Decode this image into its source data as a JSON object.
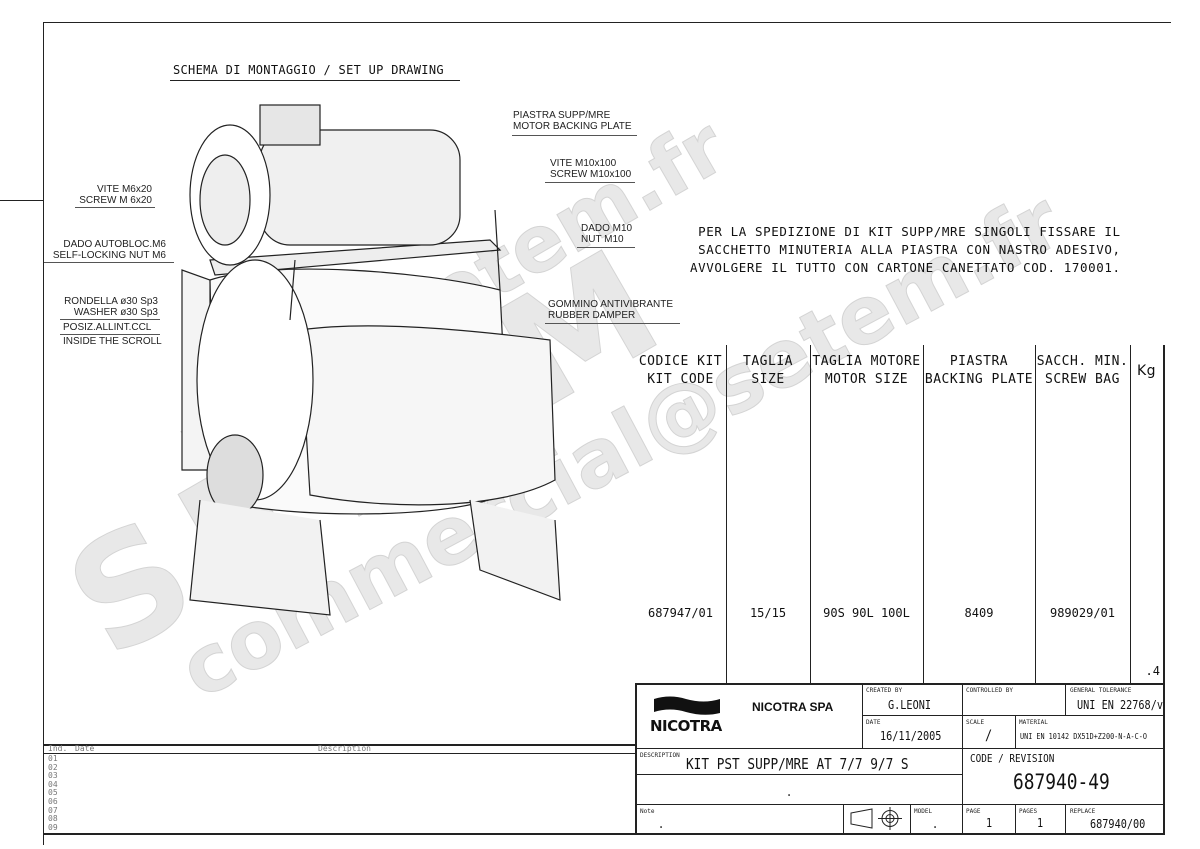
{
  "drawing": {
    "title": "SCHEMA DI MONTAGGIO / SET UP DRAWING",
    "callouts": [
      [
        "VITE M6x20",
        "SCREW M 6x20"
      ],
      [
        "DADO AUTOBLOC.M6",
        "SELF-LOCKING NUT M6"
      ],
      [
        "RONDELLA ø30 Sp3",
        "WASHER ø30 Sp3"
      ],
      [
        "POSIZ.ALLINT.CCL",
        "INSIDE THE SCROLL"
      ],
      [
        "PIASTRA SUPP/MRE",
        "MOTOR BACKING PLATE"
      ],
      [
        "VITE M10x100",
        "SCREW M10x100"
      ],
      [
        "DADO M10",
        "NUT M10"
      ],
      [
        "GOMMINO ANTIVIBRANTE",
        "RUBBER DAMPER"
      ]
    ]
  },
  "note": [
    "PER LA SPEDIZIONE DI KIT SUPP/MRE SINGOLI FISSARE IL",
    "SACCHETTO MINUTERIA ALLA PIASTRA CON NASTRO ADESIVO,",
    "AVVOLGERE IL TUTTO CON CARTONE CANETTATO COD. 170001."
  ],
  "watermark": [
    "www.setem.fr",
    "SETEM",
    "commercial@setem.fr"
  ],
  "table": {
    "headers": [
      [
        "CODICE KIT",
        "KIT CODE"
      ],
      [
        "TAGLIA",
        "SIZE"
      ],
      [
        "TAGLIA MOTORE",
        "MOTOR SIZE"
      ],
      [
        "PIASTRA",
        "BACKING PLATE"
      ],
      [
        "SACCH. MIN.",
        "SCREW BAG"
      ],
      [
        "Kg",
        ""
      ]
    ],
    "row": [
      "687947/01",
      "15/15",
      "90S 90L 100L",
      "8409",
      "989029/01",
      ".4"
    ]
  },
  "revisions": {
    "headers": [
      "Ind.",
      "Date",
      "Description"
    ],
    "rows": [
      "01",
      "02",
      "03",
      "04",
      "05",
      "06",
      "07",
      "08",
      "09"
    ]
  },
  "title_block": {
    "company": "NICOTRA SPA",
    "logo": "NICOTRA",
    "created_by_label": "CREATED BY",
    "created_by": "G.LEONI",
    "controlled_by_label": "CONTROLLED BY",
    "tolerance_label": "GENERAL TOLERANCE",
    "tolerance": "UNI EN 22768/v",
    "date_label": "DATE",
    "date": "16/11/2005",
    "scale_label": "SCALE",
    "scale": "/",
    "material_label": "MATERIAL",
    "material": "UNI EN 10142 DX51D+Z200-N-A-C-O",
    "description_label": "DESCRIPTION",
    "description": "KIT PST SUPP/MRE AT 7/7 9/7 S",
    "description2": ".",
    "code_label": "CODE / REVISION",
    "code": "687940-49",
    "note_label": "Note",
    "note": ".",
    "model_label": "MODEL",
    "model": ".",
    "page_label": "PAGE",
    "page": "1",
    "pages_label": "PAGES",
    "pages": "1",
    "replace_label": "REPLACE",
    "replace": "687940/00"
  }
}
